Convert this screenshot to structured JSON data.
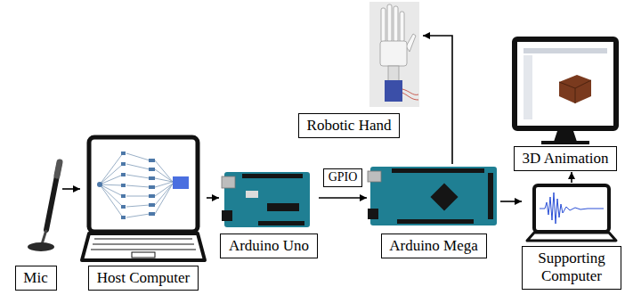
{
  "diagram": {
    "nodes": [
      {
        "text": [
          "Mic"
        ]
      },
      {
        "text": [
          "Host Computer"
        ]
      },
      {
        "text": [
          "Arduino Uno"
        ]
      },
      {
        "text": [
          "Arduino Mega"
        ]
      },
      {
        "text": [
          "Robotic Hand"
        ]
      },
      {
        "text": [
          "Supporting Computer"
        ]
      },
      {
        "text": [
          "3D Animation"
        ]
      }
    ],
    "edges": [
      {
        "from": 0,
        "to": 1,
        "arrow": "to"
      },
      {
        "from": 1,
        "to": 2,
        "arrow": "to"
      },
      {
        "from": 2,
        "to": 3,
        "label": "GPIO",
        "arrow": "to"
      },
      {
        "from": 3,
        "to": 4,
        "arrow": "to"
      },
      {
        "from": 3,
        "to": 5,
        "arrow": "to"
      },
      {
        "from": 5,
        "to": 6,
        "arrow": "to"
      }
    ]
  }
}
